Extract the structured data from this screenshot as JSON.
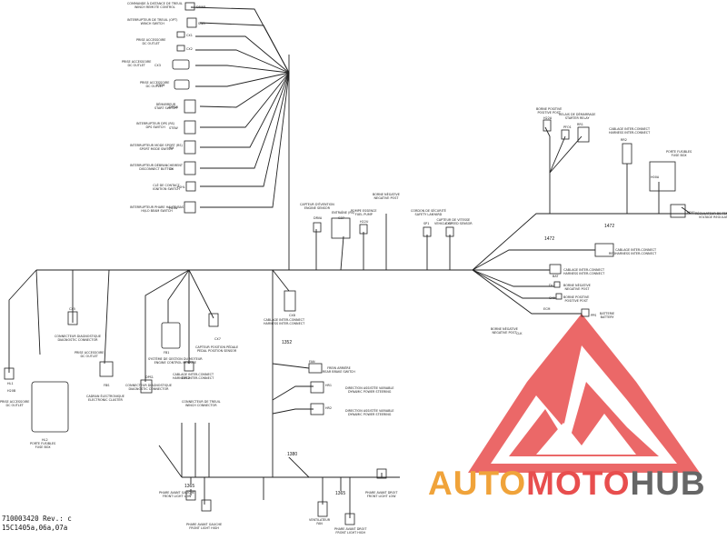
{
  "colors": {
    "wire": "#222222",
    "logo_red": "#e84e4e",
    "logo_orange": "#f0a33a",
    "logo_gray": "#666666"
  },
  "footer": {
    "line1": "710003420 Rev.: c",
    "line2": "15C1405a,06a,07a"
  },
  "brand": {
    "part1": "AUTO",
    "part2": "MOTO",
    "part3": "HUB"
  },
  "numbers": [
    "1472",
    "1472",
    "1352",
    "1365",
    "1365",
    "1380"
  ],
  "labels": {
    "winch_remote": "COMMANDE À DISTANCE DE TREUIL\nWINCH REMOTE CONTROL",
    "winch_switch": "INTERRUPTEUR DE TREUIL (OPT)\nWINCH SWITCH",
    "acc_outlet1": "PRISE ACCESSOIRE\nDC OUTLET",
    "acc_outlet2": "PRISE ACCESSOIRE\nDC OUTLET",
    "acc_outlet3": "PRISE ACCESSOIRE\nDC OUTLET",
    "start_switch": "DÉMARREUR\nSTART SWITCH",
    "dps_switch": "INTERRUPTEUR DPS (RS)\nDPS SWITCH",
    "sport_mode": "INTERRUPTEUR MODE SPORT (RS)\nSPORT MODE SWITCH",
    "disconnect": "INTERRUPTEUR DÉBRANCHEMENT\nDISCONNECT BUTTON",
    "ignition": "CLÉ DE CONTACT\nIGNITION SWITCH",
    "hilo_beam": "INTERRUPTEUR PHARE HAUTE/BAS\nHI/LO BEAM SWITCH",
    "engine_sensor": "CAPTEUR D'ÉVENTION\nENGINE SENSOR",
    "fuel_pump_ctrl": "ENTRAÎNE (RS)",
    "fuel_pump": "POMPE ESSENCE\nFUEL PUMP",
    "neg_post_top": "BORNE NÉGATIVE\nNEGATIVE POST",
    "safety_lanyard": "CORDON DE SÉCURITÉ\nSAFETY LANYARD",
    "speed_sensor": "CAPTEUR DE VITESSE\nVEHICLE SPEED SENSOR",
    "pos_post_top": "BORNE POSITIVE\nPOSITIVE POST",
    "start_relay": "RELAIS DE DÉMARRAGE\nSTARTER RELAY",
    "harness_conn1": "CABLAGE INTER-CONNECT\nHARNESS INTER-CONNECT",
    "fuse_box_r": "PORTE FUSIBLES\nFUSE BOX",
    "voltage_reg": "RÉGULATEUR DE TENSION\nVOLTAGE REGULATOR",
    "harness_conn2": "CABLAGE INTER-CONNECT\nHARNESS INTER-CONNECT",
    "harness_conn3": "CABLAGE INTER-CONNECT\nHARNESS INTER-CONNECT",
    "neg_post_r1": "BORNE NÉGATIVE\nNEGATIVE POST",
    "pos_post_r": "BORNE POSITIVE\nPOSITIVE POST",
    "battery": "BATTERIE\nBATTERY",
    "neg_post_r2": "BORNE NÉGATIVE\nNEGATIVE POST",
    "diag_conn": "CONNECTEUR DIAGNOSTIQUE\nDIAGNOSTIC CONNECTOR",
    "acc_outlet4": "PRISE ACCESSOIRE\nDC OUTLET",
    "ecm": "SYSTÈME DE GESTION DU MOTEUR\nENGINE CONTROL MODULE",
    "throttle": "CAPTEUR POSITION PÉDALE\nPEDAL POSITION SENSOR",
    "cluster": "CADRAN ÉLECTRONIQUE\nELECTRONIC CLUSTER",
    "diag_conn2": "CONNECTEUR DIAGNOSTIQUE\nDIAGNOSTIC CONNECTOR",
    "harness_conn4": "CABLAGE INTER-CONNECT\nHARNESS INTER-CONNECT",
    "harness_conn5": "CABLAGE INTER-CONNECT\nHARNESS INTER-CONNECT",
    "fuse_box_l": "PORTE FUSIBLES\nFUSE BOX",
    "acc_outlet5": "PRISE ACCESSOIRE\nDC OUTLET",
    "rear_brake": "FREIN ARRIÈRE\nREAR BRAKE SWITCH",
    "dps1": "DIRECTION ASSISTÉE VARIABLE\nDYNAMIC POWER STEERING",
    "dps2": "DIRECTION ASSISTÉE VARIABLE\nDYNAMIC POWER STEERING",
    "winch_conn": "CONNECTEUR DE TREUIL\nWINCH CONNECTOR",
    "front_left_light": "PHARE AVANT GAUCHE\nFRONT LIGHT LOW",
    "front_left_hi": "PHARE AVANT GAUCHE\nFRONT LIGHT HIGH",
    "ventilator": "VENTILATEUR\nFAN",
    "front_right_hi": "PHARE AVANT DROIT\nFRONT LIGHT HIGH",
    "front_right_light": "PHARE AVANT DROIT\nFRONT LIGHT LOW"
  },
  "codes": [
    "DRWR",
    "SWA",
    "CX1",
    "CX2",
    "CX3",
    "STCM",
    "DPSW",
    "STSW",
    "JEX",
    "CX",
    "PSHL",
    "H20U",
    "DRVA",
    "G37",
    "H22U",
    "SP1",
    "CX4",
    "H22A",
    "PFO1",
    "RR1",
    "RR2",
    "H00A",
    "H001",
    "RED",
    "BAT",
    "DL1",
    "CX6",
    "ECM",
    "PPS",
    "CLK",
    "CX5",
    "H20B",
    "FB1",
    "CX7",
    "FBS",
    "DPS1",
    "DPS2",
    "CX8",
    "HL2",
    "HL1",
    "FAN",
    "HR1",
    "HR2"
  ]
}
